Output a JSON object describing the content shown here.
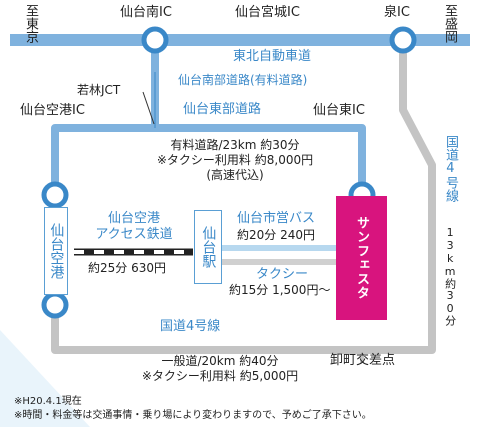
{
  "top_labels": {
    "to_tokyo": "至東京",
    "sendai_minami_ic": "仙台南IC",
    "sendai_miyagi_ic": "仙台宮城IC",
    "izumi_ic": "泉IC",
    "to_morioka": "至盛岡"
  },
  "roads": {
    "tohoku_expressway": "東北自動車道",
    "sendai_nanbu_road": "仙台南部道路(有料道路)",
    "sendai_tobu_road": "仙台東部道路",
    "national_route4": "国道4号線",
    "route4_right": "国道4号線"
  },
  "interchanges": {
    "wakabayashi_jct": "若林JCT",
    "airport_ic": "仙台空港IC",
    "sendai_higashi_ic": "仙台東IC"
  },
  "toll_info": {
    "line1": "有料道路/23km 約30分",
    "line2": "※タクシー利用料 約8,000円",
    "line3": "(高速代込)"
  },
  "stations": {
    "airport": "仙台空港",
    "sendai_station": "仙台駅",
    "venue": "サンフェスタ"
  },
  "rail": {
    "name_line1": "仙台空港",
    "name_line2": "アクセス鉄道",
    "info": "約25分 630円"
  },
  "bus": {
    "name": "仙台市営バス",
    "info": "約20分 240円"
  },
  "taxi": {
    "name": "タクシー",
    "info": "約15分 1,500円〜"
  },
  "route4_info": "13km約30分",
  "oroshimachi": "卸町交差点",
  "general_road": {
    "line1": "一般道/20km 約40分",
    "line2": "※タクシー利用料 約5,000円"
  },
  "footnotes": {
    "date": "※H20.4.1現在",
    "note": "※時間・料金等は交通事情・乗り場により変わりますので、予めご了承下さい。"
  },
  "colors": {
    "expressway": "#7fb2de",
    "general_road": "#c4c4c4",
    "venue": "#d8147e",
    "label_blue": "#3a88c8",
    "bg_accent": "#e9f4fb"
  }
}
